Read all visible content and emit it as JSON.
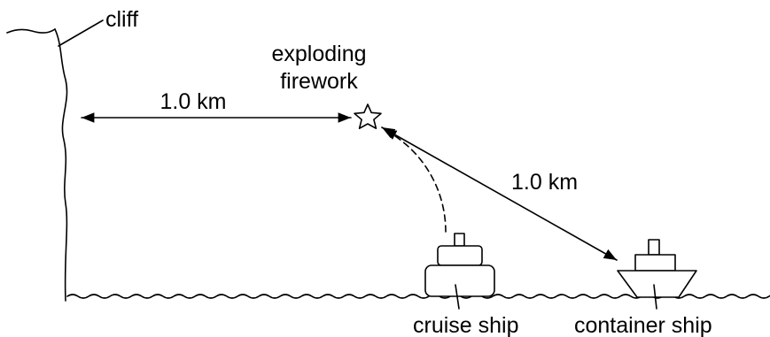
{
  "labels": {
    "cliff": "cliff",
    "firework_line1": "exploding",
    "firework_line2": "firework",
    "distance_horizontal": "1.0 km",
    "distance_diagonal": "1.0 km",
    "cruise_ship": "cruise ship",
    "container_ship": "container ship"
  },
  "colors": {
    "ink": "#000000",
    "background": "#ffffff"
  },
  "icons": {
    "firework": "star-icon"
  }
}
